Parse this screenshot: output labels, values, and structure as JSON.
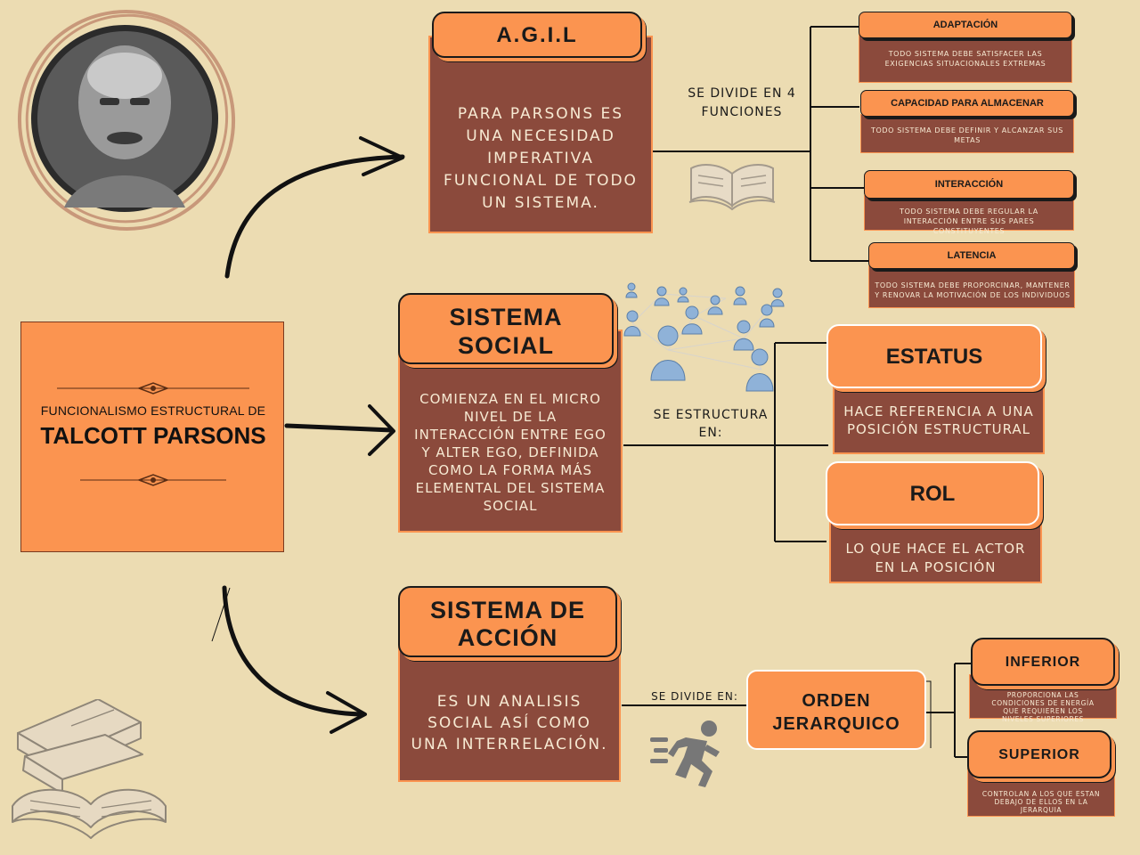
{
  "main": {
    "subtitle": "FUNCIONALISMO ESTRUCTURAL DE",
    "title": "TALCOTT PARSONS"
  },
  "agil": {
    "title": "A.G.I.L",
    "description": "PARA PARSONS ES UNA  NECESIDAD IMPERATIVA FUNCIONAL DE TODO UN SISTEMA.",
    "connector_label": "SE DIVIDE EN  4 FUNCIONES",
    "functions": [
      {
        "title": "ADAPTACIÓN",
        "description": "TODO SISTEMA DEBE SATISFACER LAS EXIGENCIAS SITUACIONALES EXTREMAS"
      },
      {
        "title": "CAPACIDAD PARA ALMACENAR",
        "description": "TODO SISTEMA DEBE DEFINIR Y ALCANZAR SUS METAS"
      },
      {
        "title": "INTERACCIÓN",
        "description": "TODO SISTEMA DEBE REGULAR LA INTERACCIÓN ENTRE SUS PARES CONSTITUYENTES"
      },
      {
        "title": "LATENCIA",
        "description": "TODO SISTEMA DEBE PROPORCINAR, MANTENER Y RENOVAR LA MOTIVACIÓN DE LOS INDIVIDUOS"
      }
    ]
  },
  "social": {
    "title": "SISTEMA SOCIAL",
    "description": "COMIENZA EN EL MICRO NIVEL DE LA INTERACCIÓN ENTRE EGO Y ALTER EGO, DEFINIDA COMO LA FORMA MÁS ELEMENTAL DEL SISTEMA SOCIAL",
    "connector_label": "SE ESTRUCTURA EN:",
    "estatus": {
      "title": "ESTATUS",
      "description": "HACE REFERENCIA A UNA POSICIÓN ESTRUCTURAL"
    },
    "rol": {
      "title": "ROL",
      "description": "LO QUE HACE EL ACTOR EN LA POSICIÓN"
    }
  },
  "accion": {
    "title": "SISTEMA DE ACCIÓN",
    "description": "ES UN ANALISIS SOCIAL ASÍ COMO UNA INTERRELACIÓN.",
    "connector_label": "SE DIVIDE EN:",
    "orden": {
      "title": "ORDEN JERARQUICO"
    },
    "inferior": {
      "title": "INFERIOR",
      "description": "PROPORCIONA LAS CONDICIONES DE ENERGÍA QUE REQUIEREN LOS NIVELES SUPERIORES"
    },
    "superior": {
      "title": "SUPERIOR",
      "description": "CONTROLAN A LOS QUE ESTAN DEBAJO DE ELLOS EN LA JERARQUIA"
    }
  },
  "icons": [
    "portrait-photo",
    "book-icon",
    "people-network-icon",
    "runner-icon",
    "books-stack-icon",
    "arrow-icon"
  ],
  "colors": {
    "background": "#ecdcb2",
    "orange": "#fb9450",
    "brown": "#8b4a3c",
    "line": "#1a1a1a"
  }
}
